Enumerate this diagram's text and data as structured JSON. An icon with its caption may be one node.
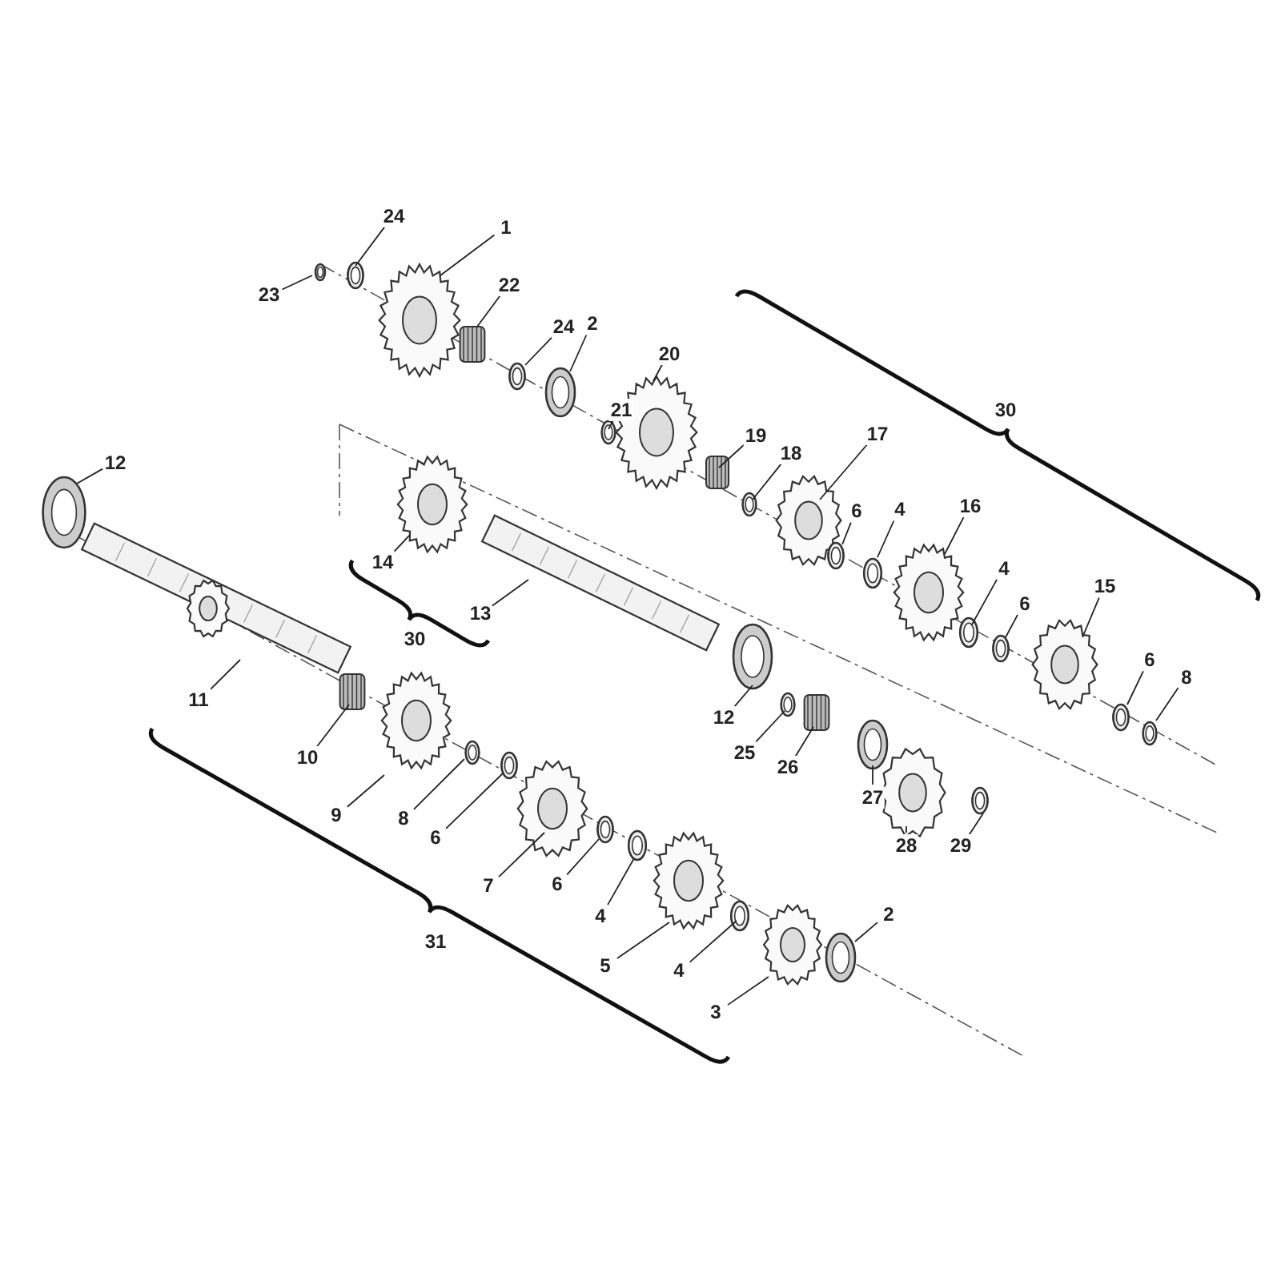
{
  "diagram": {
    "nodes": [
      {
        "text": [
          "24"
        ]
      },
      {
        "text": [
          "1"
        ]
      },
      {
        "text": [
          "23"
        ]
      },
      {
        "text": [
          "22"
        ]
      },
      {
        "text": [
          "24"
        ]
      },
      {
        "text": [
          "2"
        ]
      },
      {
        "text": [
          "20"
        ]
      },
      {
        "text": [
          "21"
        ]
      },
      {
        "text": [
          "19"
        ]
      },
      {
        "text": [
          "17"
        ]
      },
      {
        "text": [
          "18"
        ]
      },
      {
        "text": [
          "12"
        ]
      },
      {
        "text": [
          "16"
        ]
      },
      {
        "text": [
          "4"
        ]
      },
      {
        "text": [
          "6"
        ]
      },
      {
        "text": [
          "14"
        ]
      },
      {
        "text": [
          "4"
        ]
      },
      {
        "text": [
          "15"
        ]
      },
      {
        "text": [
          "6"
        ]
      },
      {
        "text": [
          "13"
        ]
      },
      {
        "text": [
          "6"
        ]
      },
      {
        "text": [
          "8"
        ]
      },
      {
        "text": [
          "11"
        ]
      },
      {
        "text": [
          "12"
        ]
      },
      {
        "text": [
          "25"
        ]
      },
      {
        "text": [
          "10"
        ]
      },
      {
        "text": [
          "26"
        ]
      },
      {
        "text": [
          "27"
        ]
      },
      {
        "text": [
          "9"
        ]
      },
      {
        "text": [
          "8"
        ]
      },
      {
        "text": [
          "6"
        ]
      },
      {
        "text": [
          "28"
        ]
      },
      {
        "text": [
          "29"
        ]
      },
      {
        "text": [
          "7"
        ]
      },
      {
        "text": [
          "6"
        ]
      },
      {
        "text": [
          "2"
        ]
      },
      {
        "text": [
          "4"
        ]
      },
      {
        "text": [
          "5"
        ]
      },
      {
        "text": [
          "4"
        ]
      },
      {
        "text": [
          "3"
        ]
      }
    ],
    "edges": [
      {
        "from": 0,
        "to": null,
        "arrow": "none"
      },
      {
        "from": 1,
        "to": null,
        "arrow": "none"
      },
      {
        "from": 2,
        "to": null,
        "arrow": "none"
      },
      {
        "from": 3,
        "to": null,
        "arrow": "none"
      },
      {
        "from": 4,
        "to": null,
        "arrow": "none"
      },
      {
        "from": 5,
        "to": null,
        "arrow": "none"
      },
      {
        "from": 6,
        "to": null,
        "arrow": "none"
      },
      {
        "from": 7,
        "to": null,
        "arrow": "none"
      },
      {
        "from": 8,
        "to": null,
        "arrow": "none"
      },
      {
        "from": 9,
        "to": null,
        "arrow": "none"
      },
      {
        "from": 10,
        "to": null,
        "arrow": "none"
      },
      {
        "from": 11,
        "to": null,
        "arrow": "none"
      },
      {
        "from": 12,
        "to": null,
        "arrow": "none"
      },
      {
        "from": 13,
        "to": null,
        "arrow": "none"
      },
      {
        "from": 14,
        "to": null,
        "arrow": "none"
      },
      {
        "from": 15,
        "to": null,
        "arrow": "none"
      },
      {
        "from": 16,
        "to": null,
        "arrow": "none"
      },
      {
        "from": 17,
        "to": null,
        "arrow": "none"
      },
      {
        "from": 18,
        "to": null,
        "arrow": "none"
      },
      {
        "from": 19,
        "to": null,
        "arrow": "none"
      },
      {
        "from": 20,
        "to": null,
        "arrow": "none"
      },
      {
        "from": 21,
        "to": null,
        "arrow": "none"
      },
      {
        "from": 22,
        "to": null,
        "arrow": "none"
      },
      {
        "from": 23,
        "to": null,
        "arrow": "none"
      },
      {
        "from": 24,
        "to": null,
        "arrow": "none"
      },
      {
        "from": 25,
        "to": null,
        "arrow": "none"
      },
      {
        "from": 26,
        "to": null,
        "arrow": "none"
      },
      {
        "from": 27,
        "to": null,
        "arrow": "none"
      },
      {
        "from": 28,
        "to": null,
        "arrow": "none"
      },
      {
        "from": 29,
        "to": null,
        "arrow": "none"
      },
      {
        "from": 30,
        "to": null,
        "arrow": "none"
      },
      {
        "from": 31,
        "to": null,
        "arrow": "none"
      },
      {
        "from": 32,
        "to": null,
        "arrow": "none"
      },
      {
        "from": 33,
        "to": null,
        "arrow": "none"
      },
      {
        "from": 34,
        "to": null,
        "arrow": "none"
      },
      {
        "from": 35,
        "to": null,
        "arrow": "none"
      },
      {
        "from": 36,
        "to": null,
        "arrow": "none"
      },
      {
        "from": 37,
        "to": null,
        "arrow": "none"
      },
      {
        "from": 38,
        "to": null,
        "arrow": "none"
      },
      {
        "from": 39,
        "to": null,
        "arrow": "none"
      }
    ],
    "labels": [
      "30",
      "30",
      "31"
    ]
  }
}
